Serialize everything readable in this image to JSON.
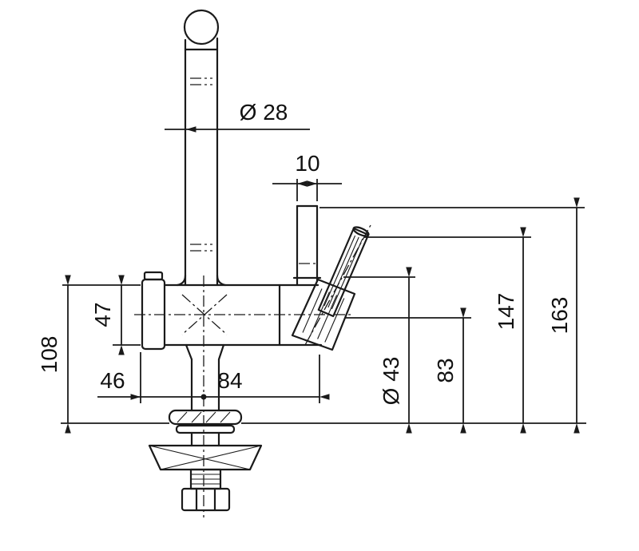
{
  "page": {
    "background": "#ffffff",
    "line_color": "#1a1a1a"
  },
  "drawing": {
    "type": "technical-dimension-drawing",
    "subject": "kitchen mixer tap, side elevation with installation dimensions",
    "units": "mm"
  },
  "dims": {
    "spout_diameter": "Ø 28",
    "handle_pin_width": "10",
    "body_section_height": "47",
    "spout_axis_to_base": "108",
    "center_to_left": "46",
    "center_to_right": "84",
    "body_diameter": "Ø 43",
    "valve_axis_height": "83",
    "lever_top_height": "147",
    "outlet_top_height": "163"
  }
}
